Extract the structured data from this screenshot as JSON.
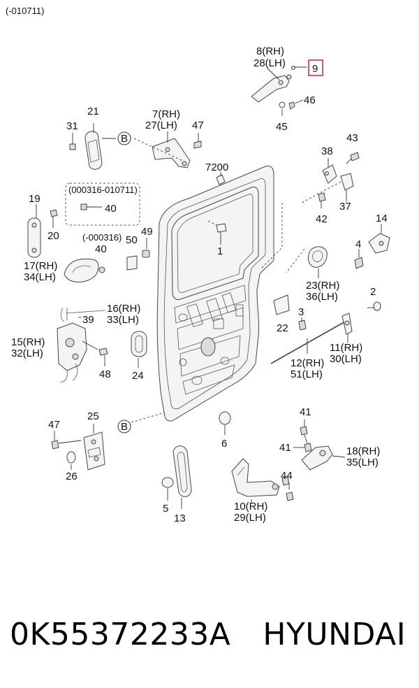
{
  "header_note": "(-010711)",
  "footer": {
    "part_number": "0K55372233A",
    "brand": "HYUNDAI"
  },
  "labels": {
    "l8": "8(RH)",
    "l28": "28(LH)",
    "l9": "9",
    "l46": "46",
    "l45": "45",
    "l21": "21",
    "l31": "31",
    "lB1": "B",
    "l7": "7(RH)",
    "l27": "27(LH)",
    "l47a": "47",
    "l7200": "7200",
    "l43": "43",
    "l38": "38",
    "l37": "37",
    "l42": "42",
    "l19": "19",
    "l20": "20",
    "ldate1": "(000316-010711)",
    "l40a": "40",
    "ldate2": "(-000316)",
    "l40b": "40",
    "l49": "49",
    "l50": "50",
    "l1": "1",
    "l14": "14",
    "l4": "4",
    "l17": "17(RH)",
    "l34": "34(LH)",
    "l23": "23(RH)",
    "l36": "36(LH)",
    "l2": "2",
    "l16": "16(RH)",
    "l33": "33(LH)",
    "l39": "39",
    "l3": "3",
    "l22": "22",
    "l15": "15(RH)",
    "l32": "32(LH)",
    "l11": "11(RH)",
    "l30": "30(LH)",
    "l12": "12(RH)",
    "l51": "51(LH)",
    "l48": "48",
    "l24": "24",
    "l25": "25",
    "l47b": "47",
    "lB2": "B",
    "l6": "6",
    "l41a": "41",
    "l41b": "41",
    "l18": "18(RH)",
    "l35": "35(LH)",
    "l26": "26",
    "l44": "44",
    "l5": "5",
    "l13": "13",
    "l10": "10(RH)",
    "l29": "29(LH)"
  },
  "colors": {
    "highlight": "#e0303a",
    "line": "#333333"
  }
}
